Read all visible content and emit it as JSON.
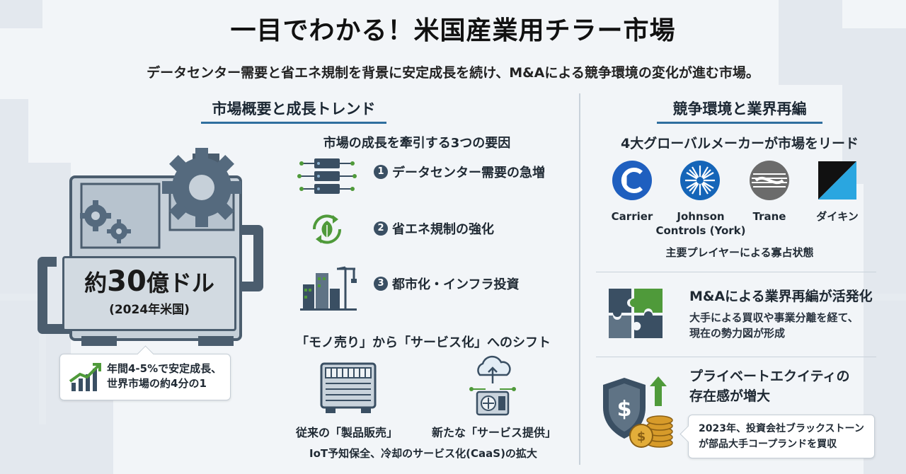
{
  "header": {
    "title": "一目でわかる！米国産業用チラー市場",
    "subtitle": "データセンター需要と省エネ規制を背景に安定成長を続け、M&Aによる競争環境の変化が進む市場。"
  },
  "left": {
    "section_title": "市場概要と成長トレンド",
    "market_size_prefix": "約",
    "market_size_number": "30",
    "market_size_suffix": "億ドル",
    "market_size_note": "(2024年米国)",
    "growth_line1": "年間4-5%で安定成長、",
    "growth_line2": "世界市場の約4分の1"
  },
  "factors": {
    "heading": "市場の成長を牽引する3つの要因",
    "items": [
      {
        "num": "1",
        "label": "データセンター需要の急増",
        "icon": "server-icon"
      },
      {
        "num": "2",
        "label": "省エネ規制の強化",
        "icon": "eco-recycle-icon"
      },
      {
        "num": "3",
        "label": "都市化・インフラ投資",
        "icon": "city-crane-icon"
      }
    ]
  },
  "shift": {
    "heading": "「モノ売り」から「サービス化」へのシフト",
    "left_caption": "従来の「製品販売」",
    "right_caption": "新たな「サービス提供」",
    "note": "IoT予知保全、冷却のサービス化(CaaS)の拡大"
  },
  "right": {
    "section_title": "競争環境と業界再編",
    "lead_heading": "4大グローバルメーカーが市場をリード",
    "makers": [
      {
        "name": "Carrier",
        "name2": "",
        "color": "#1f5fbf"
      },
      {
        "name": "Johnson",
        "name2": "Controls (York)",
        "color": "#1565b8"
      },
      {
        "name": "Trane",
        "name2": "",
        "color": "#6b6b6b"
      },
      {
        "name": "ダイキン",
        "name2": "",
        "color": "#2aa6e0"
      }
    ],
    "share_note": "主要プレイヤーによる寡占状態",
    "ma_title": "M&Aによる業界再編が活発化",
    "ma_desc1": "大手による買収や事業分離を経て、",
    "ma_desc2": "現在の勢力図が形成",
    "pe_title1": "プライベートエクイティの",
    "pe_title2": "存在感が増大",
    "pe_note1": "2023年、投資会社ブラックストーン",
    "pe_note2": "が部品大手コープランドを買収"
  },
  "colors": {
    "accent": "#2f6f9f",
    "dark": "#3a4f63",
    "green": "#4f9a3a",
    "background": "#f2f5f8"
  }
}
